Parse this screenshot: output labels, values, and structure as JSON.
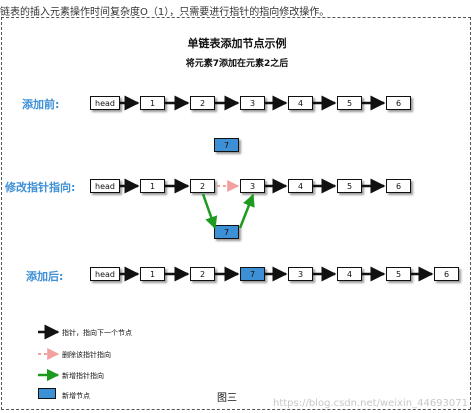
{
  "top_caption": "链表的插入元素操作时间复杂度O（1），只需要进行指针的指向修改操作。",
  "diagram": {
    "title": "单链表添加节点示例",
    "subtitle": "将元素7添加在元素2之后",
    "rows": [
      {
        "label": "添加前:",
        "nodes": [
          "head",
          "1",
          "2",
          "3",
          "4",
          "5",
          "6"
        ]
      },
      {
        "label": "修改指针指向:",
        "nodes": [
          "head",
          "1",
          "2",
          "3",
          "4",
          "5",
          "6"
        ]
      },
      {
        "label": "添加后:",
        "nodes": [
          "head",
          "1",
          "2",
          "7",
          "3",
          "4",
          "5",
          "6"
        ]
      }
    ],
    "new_node": "7",
    "legend": [
      {
        "kind": "black-arrow",
        "text": "指针，指向下一个节点"
      },
      {
        "kind": "pink-dashed-arrow",
        "text": "删除该指针指向"
      },
      {
        "kind": "green-arrow",
        "text": "新增指针指向"
      },
      {
        "kind": "blue-box",
        "text": "新增节点"
      }
    ],
    "caption": "图三"
  },
  "watermark": "https://blog.csdn.net/weixin_44693071",
  "colors": {
    "accent": "#3d8fd6",
    "new_pointer": "#1e9a1e",
    "removed_pointer": "#f2a0a0"
  }
}
